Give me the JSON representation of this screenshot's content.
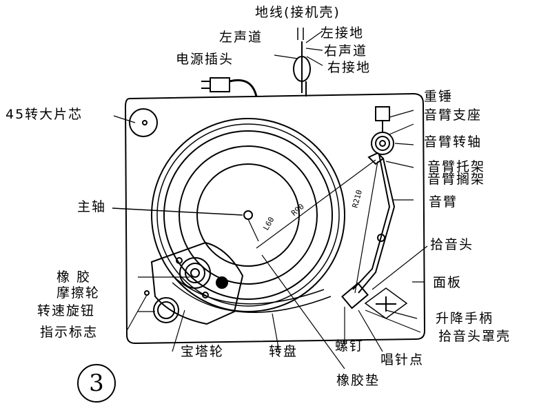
{
  "figure": {
    "number": "3",
    "type": "line drawing of record player (turntable) with labeled parts"
  },
  "labels": {
    "ground_wire": "地线(接机壳)",
    "left_channel": "左声道",
    "left_ground": "左接地",
    "right_channel": "右声道",
    "right_ground": "右接地",
    "power_plug": "电源插头",
    "adapter_45": "45转大片芯",
    "spindle": "主轴",
    "rubber": "橡  胶",
    "friction_wheel": "摩擦轮",
    "speed_knob": "转速旋钮",
    "indicator_mark": "指示标志",
    "counterweight": "重锤",
    "tonearm_support": "音臂支座",
    "tonearm_pivot": "音臂转轴",
    "tonearm_bracket": "音臂托架",
    "tonearm_rest": "音臂搁架",
    "tonearm": "音臂",
    "cartridge": "拾音头",
    "panel": "面板",
    "lift_lever": "升降手柄",
    "cartridge_shell": "拾音头罩壳",
    "step_pulley": "宝塔轮",
    "platter": "转盘",
    "screw": "螺钉",
    "stylus_point": "唱针点",
    "rubber_mat": "橡胶垫"
  },
  "dimensions": {
    "r_small": "L60",
    "r_mid": "R90",
    "r_arm": "R210"
  }
}
